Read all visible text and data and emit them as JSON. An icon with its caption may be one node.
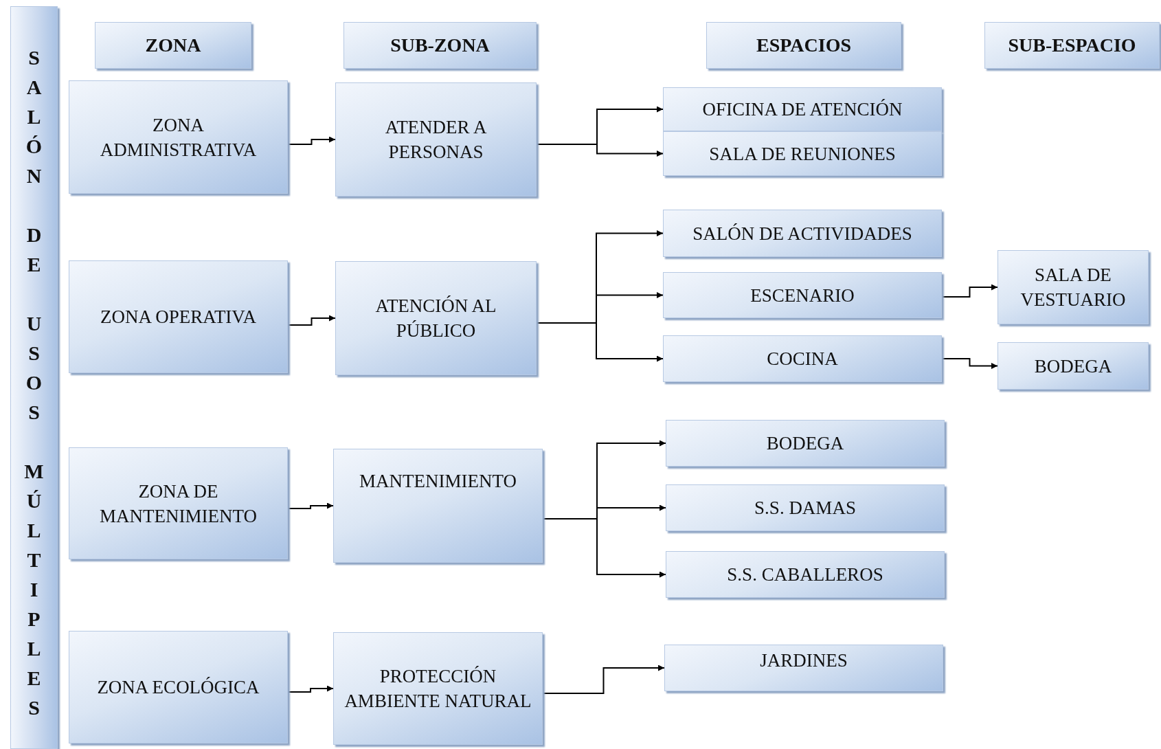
{
  "diagram": {
    "nodes": [
      {
        "text": [
          "SALÓN DE USOS MÚLTIPLES"
        ]
      },
      {
        "text": [
          "ZONA"
        ]
      },
      {
        "text": [
          "SUB-ZONA"
        ]
      },
      {
        "text": [
          "ESPACIOS"
        ]
      },
      {
        "text": [
          "SUB-ESPACIO"
        ]
      },
      {
        "text": [
          "ZONA ADMINISTRATIVA"
        ]
      },
      {
        "text": [
          "ATENDER A PERSONAS"
        ]
      },
      {
        "text": [
          "OFICINA DE ATENCIÓN"
        ]
      },
      {
        "text": [
          "SALA DE REUNIONES"
        ]
      },
      {
        "text": [
          "ZONA OPERATIVA"
        ]
      },
      {
        "text": [
          "ATENCIÓN AL PÚBLICO"
        ]
      },
      {
        "text": [
          "SALÓN DE ACTIVIDADES"
        ]
      },
      {
        "text": [
          "ESCENARIO"
        ]
      },
      {
        "text": [
          "SALA DE VESTUARIO"
        ]
      },
      {
        "text": [
          "COCINA"
        ]
      },
      {
        "text": [
          "BODEGA"
        ]
      },
      {
        "text": [
          "ZONA DE MANTENIMIENTO"
        ]
      },
      {
        "text": [
          "MANTENIMIENTO"
        ]
      },
      {
        "text": [
          "BODEGA"
        ]
      },
      {
        "text": [
          "S.S. DAMAS"
        ]
      },
      {
        "text": [
          "S.S. CABALLEROS"
        ]
      },
      {
        "text": [
          "ZONA ECOLÓGICA"
        ]
      },
      {
        "text": [
          "PROTECCIÓN AMBIENTE NATURAL"
        ]
      },
      {
        "text": [
          "JARDINES"
        ]
      }
    ],
    "edges": [
      {
        "from": 5,
        "to": 6,
        "arrow": "to"
      },
      {
        "from": 6,
        "to": 7,
        "arrow": "to"
      },
      {
        "from": 6,
        "to": 8,
        "arrow": "to"
      },
      {
        "from": 9,
        "to": 10,
        "arrow": "to"
      },
      {
        "from": 10,
        "to": 11,
        "arrow": "to"
      },
      {
        "from": 10,
        "to": 12,
        "arrow": "to"
      },
      {
        "from": 10,
        "to": 14,
        "arrow": "to"
      },
      {
        "from": 12,
        "to": 13,
        "arrow": "to"
      },
      {
        "from": 14,
        "to": 15,
        "arrow": "to"
      },
      {
        "from": 16,
        "to": 17,
        "arrow": "to"
      },
      {
        "from": 17,
        "to": 18,
        "arrow": "to"
      },
      {
        "from": 17,
        "to": 19,
        "arrow": "to"
      },
      {
        "from": 17,
        "to": 20,
        "arrow": "to"
      },
      {
        "from": 21,
        "to": 22,
        "arrow": "to"
      },
      {
        "from": 22,
        "to": 23,
        "arrow": "to"
      }
    ]
  }
}
